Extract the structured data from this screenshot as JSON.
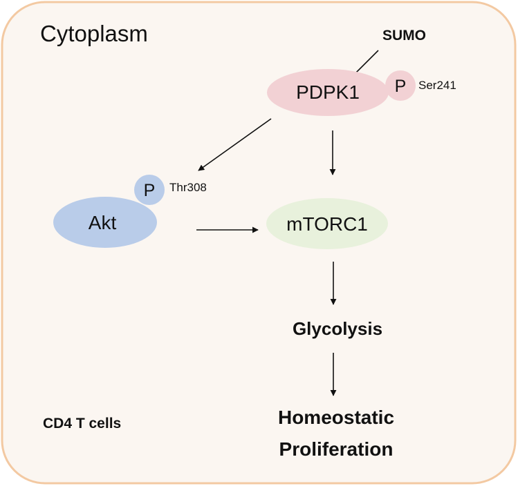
{
  "compartment": {
    "label": "Cytoplasm"
  },
  "cell_type": "CD4 T cells",
  "nodes": {
    "pdpk1": {
      "label": "PDPK1"
    },
    "akt": {
      "label": "Akt"
    },
    "mtorc1": {
      "label": "mTORC1"
    },
    "sumo": {
      "label": "SUMO"
    },
    "p_ser241": {
      "label": "P",
      "site": "Ser241"
    },
    "p_thr308": {
      "label": "P",
      "site": "Thr308"
    },
    "glycolysis": {
      "label": "Glycolysis"
    },
    "proliferation": {
      "line1": "Homeostatic",
      "line2": "Proliferation"
    }
  },
  "colors": {
    "background": "#fbf6f1",
    "border": "#f3c9a2",
    "pdpk1": "#f2d1d4",
    "akt": "#b9cce9",
    "mtorc1": "#e8f1dc",
    "phospho": "#b9cce9",
    "phospho_pdpk1": "#f2d1d4"
  }
}
